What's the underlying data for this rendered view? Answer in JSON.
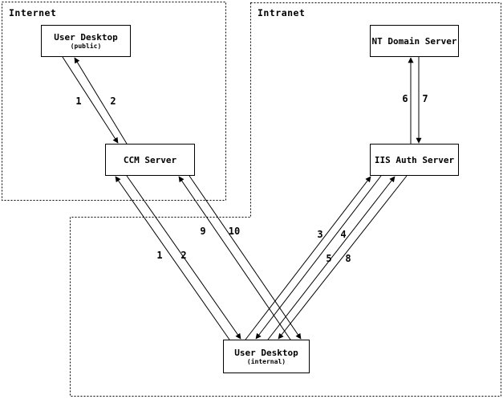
{
  "diagram": {
    "ink_color": "#000000",
    "background_color": "#ffffff"
  },
  "zones": {
    "internet": {
      "label": "Internet"
    },
    "intranet": {
      "label": "Intranet"
    }
  },
  "nodes": {
    "user_desktop_public": {
      "title": "User Desktop",
      "subtitle": "(public)",
      "zone": "Internet"
    },
    "ccm_server": {
      "title": "CCM Server",
      "zone": "Internet"
    },
    "nt_domain_server": {
      "title": "NT Domain Server",
      "zone": "Intranet"
    },
    "iis_auth_server": {
      "title": "IIS Auth Server",
      "zone": "Intranet"
    },
    "user_desktop_internal": {
      "title": "User Desktop",
      "subtitle": "(internal)",
      "zone": "Intranet"
    }
  },
  "arrows": [
    {
      "label": "1",
      "from": "User Desktop (public)",
      "to": "CCM Server"
    },
    {
      "label": "2",
      "from": "CCM Server",
      "to": "User Desktop (public)"
    },
    {
      "label": "1",
      "from": "User Desktop (internal)",
      "to": "CCM Server"
    },
    {
      "label": "2",
      "from": "CCM Server",
      "to": "User Desktop (internal)"
    },
    {
      "label": "9",
      "from": "User Desktop (internal)",
      "to": "CCM Server"
    },
    {
      "label": "10",
      "from": "CCM Server",
      "to": "User Desktop (internal)"
    },
    {
      "label": "3",
      "from": "User Desktop (internal)",
      "to": "IIS Auth Server"
    },
    {
      "label": "4",
      "from": "IIS Auth Server",
      "to": "User Desktop (internal)"
    },
    {
      "label": "5",
      "from": "User Desktop (internal)",
      "to": "IIS Auth Server"
    },
    {
      "label": "8",
      "from": "IIS Auth Server",
      "to": "User Desktop (internal)"
    },
    {
      "label": "6",
      "from": "IIS Auth Server",
      "to": "NT Domain Server"
    },
    {
      "label": "7",
      "from": "NT Domain Server",
      "to": "IIS Auth Server"
    }
  ]
}
